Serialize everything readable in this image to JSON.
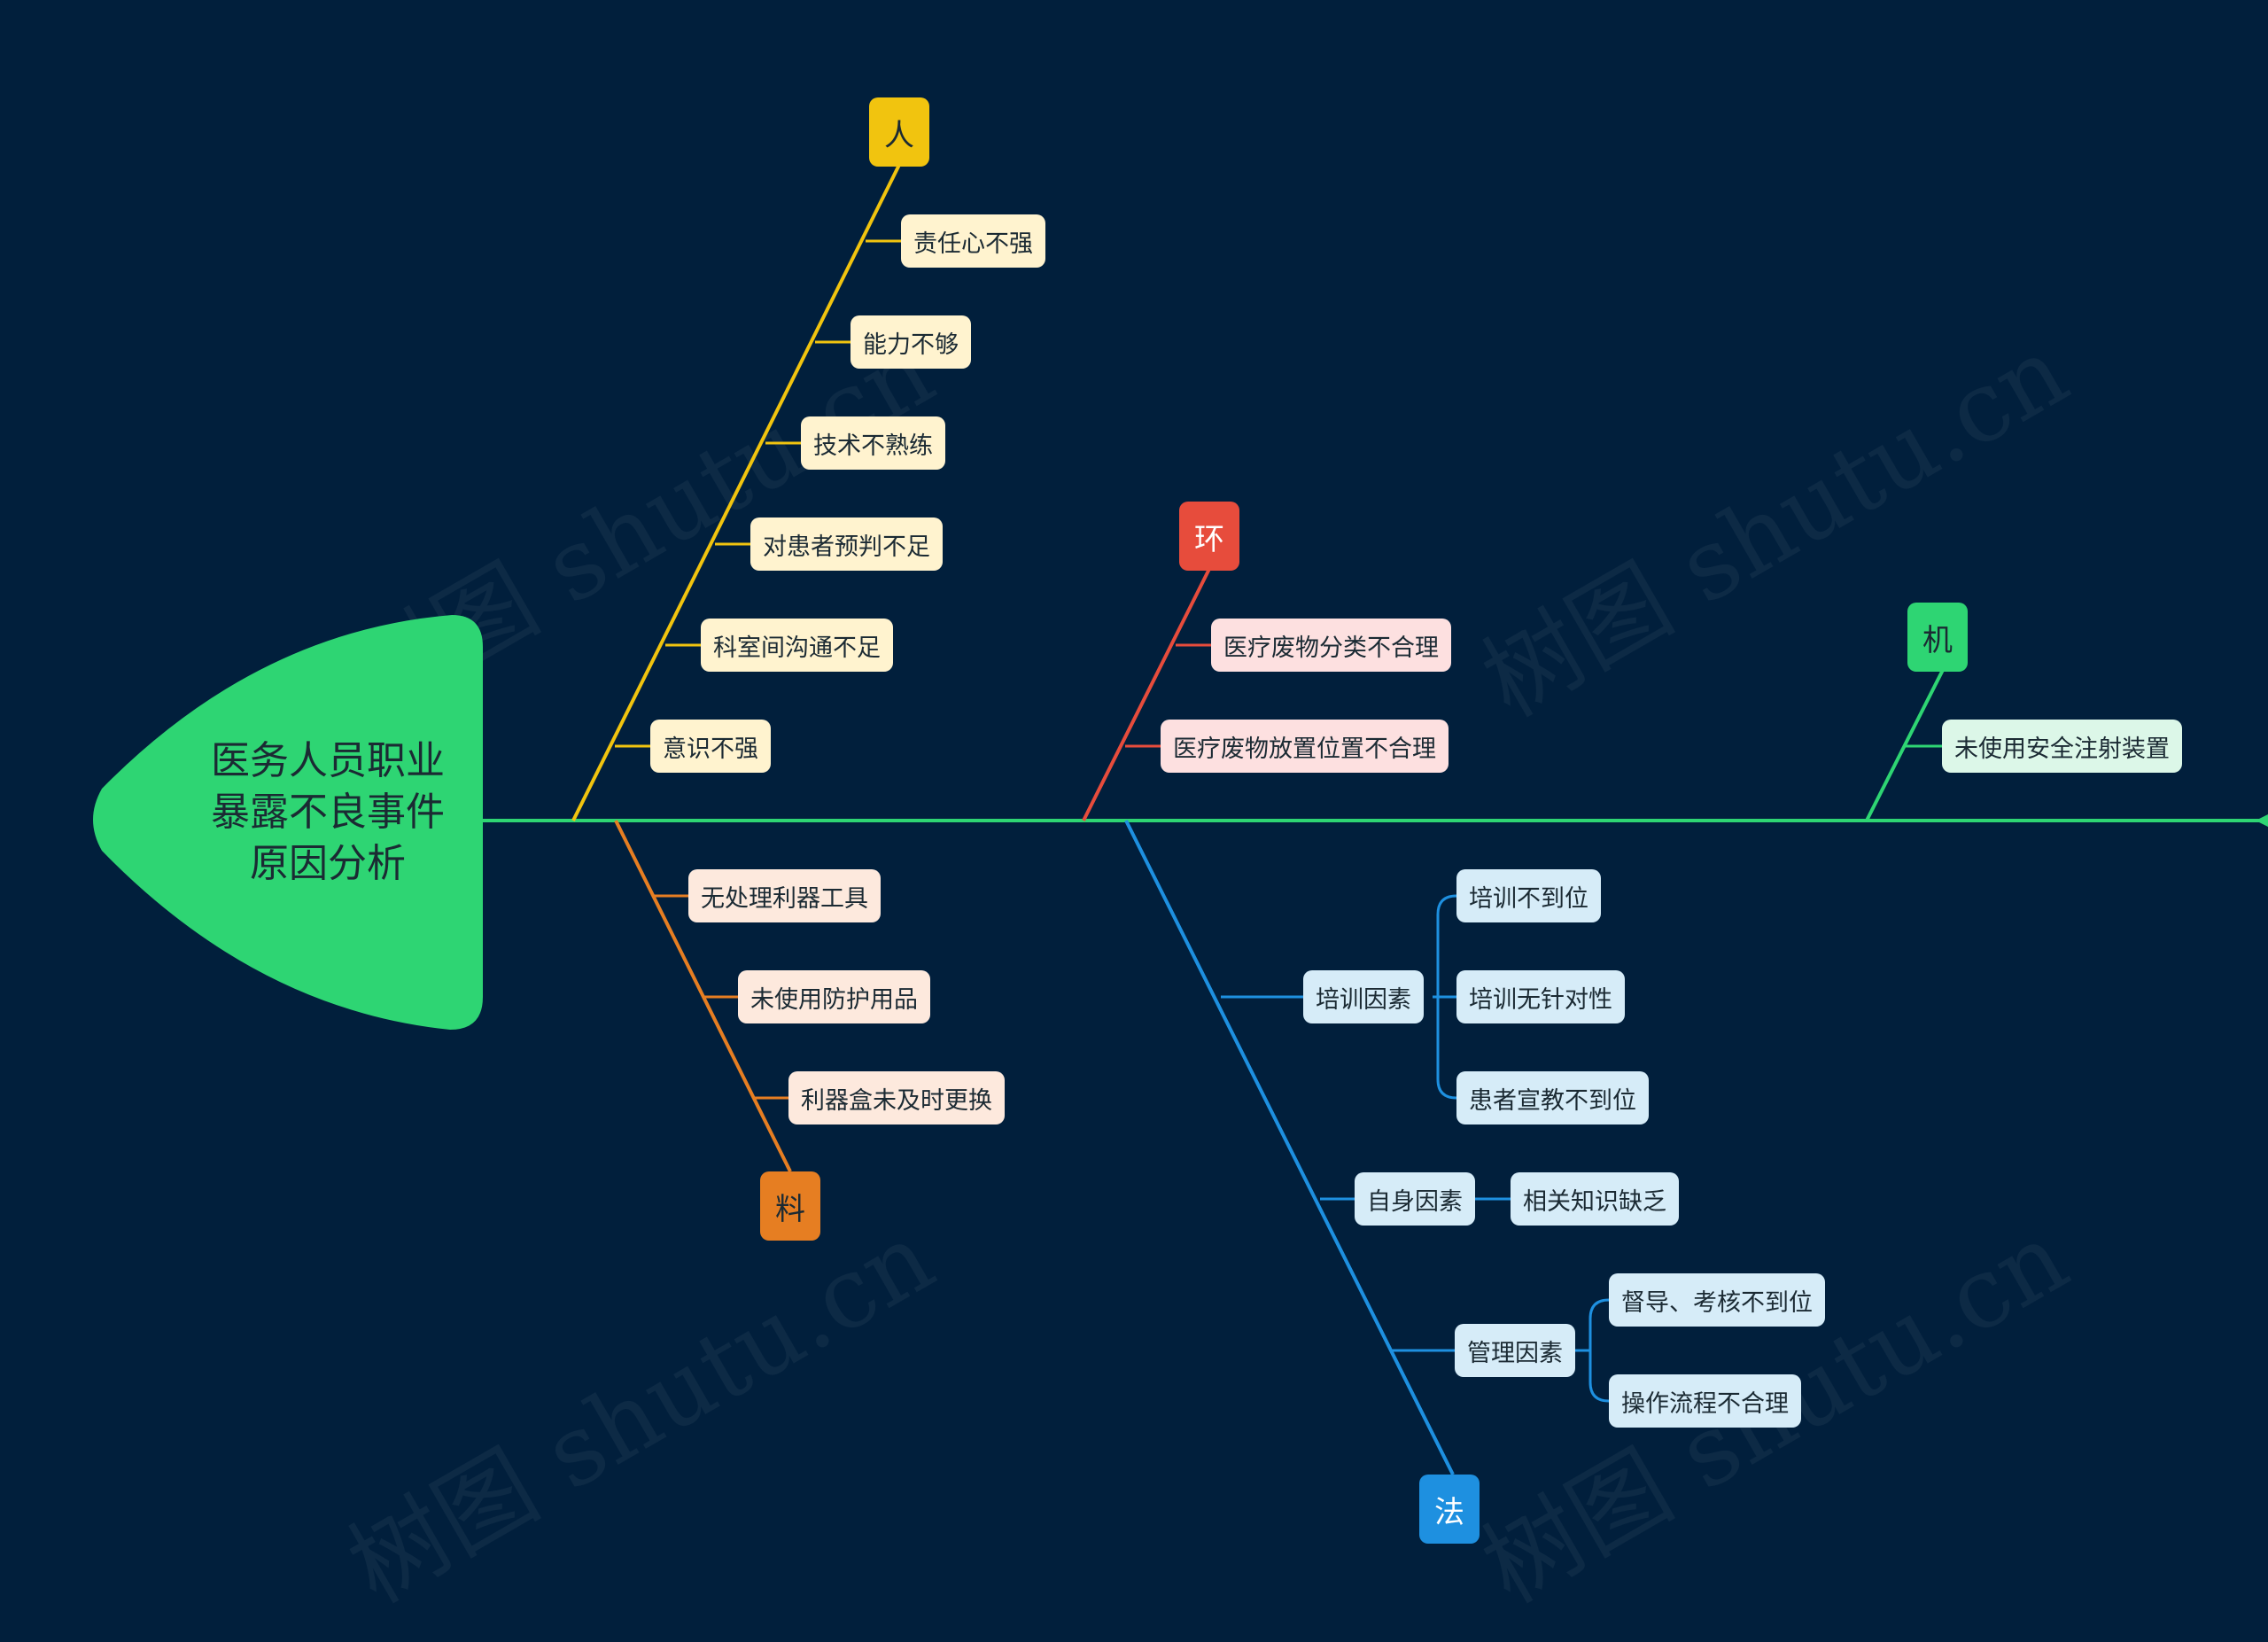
{
  "head": {
    "title_lines": [
      "医务人员职业",
      "暴露不良事件",
      "原因分析"
    ]
  },
  "watermark": "树图 shutu.cn",
  "colors": {
    "background": "#011f3c",
    "head": "#2ed573",
    "spine": "#2ed573",
    "people": "#f1c40f",
    "environment": "#e74c3c",
    "machine": "#2ed573",
    "material": "#e67e22",
    "method": "#1e90e0"
  },
  "categories": {
    "people": {
      "label": "人",
      "items": [
        "责任心不强",
        "能力不够",
        "技术不熟练",
        "对患者预判不足",
        "科室间沟通不足",
        "意识不强"
      ]
    },
    "environment": {
      "label": "环",
      "items": [
        "医疗废物分类不合理",
        "医疗废物放置位置不合理"
      ]
    },
    "machine": {
      "label": "机",
      "items": [
        "未使用安全注射装置"
      ]
    },
    "material": {
      "label": "料",
      "items": [
        "无处理利器工具",
        "未使用防护用品",
        "利器盒未及时更换"
      ]
    },
    "method": {
      "label": "法",
      "groups": [
        {
          "label": "培训因素",
          "items": [
            "培训不到位",
            "培训无针对性",
            "患者宣教不到位"
          ]
        },
        {
          "label": "自身因素",
          "items": [
            "相关知识缺乏"
          ]
        },
        {
          "label": "管理因素",
          "items": [
            "督导、考核不到位",
            "操作流程不合理"
          ]
        }
      ]
    }
  }
}
